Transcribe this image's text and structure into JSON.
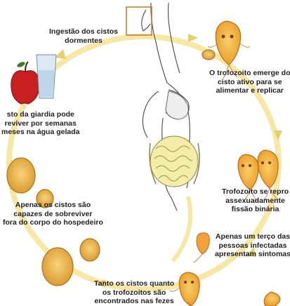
{
  "colors": {
    "cycle_arrow": "#f6e7a4",
    "arrow_head": "#e6cf6c",
    "organism_fill": "#f2b233",
    "organism_edge": "#c06a1a",
    "cyst_fill": "#e8b238",
    "cyst_edge": "#a9741c",
    "apple": "#c81f1f",
    "body_outline": "#555555",
    "intestine": "#f4eca8",
    "label_text": "#222222"
  },
  "icons": [
    "apple-icon",
    "water-glass-icon",
    "human-body-icon",
    "intestine-icon",
    "magnify-box-icon",
    "giardia-cyst-icon",
    "giardia-trophozoite-icon"
  ],
  "stages": {
    "ingestion": {
      "lines": [
        "Ingestão dos cistos",
        "dormentes"
      ]
    },
    "emergence": {
      "lines": [
        "O trofozoito emerge do",
        "cisto ativo para se",
        "alimentar e replicar"
      ]
    },
    "reproduction": {
      "lines": [
        "Trofozoito se repro",
        "assexuadamente",
        "fissão binária"
      ]
    },
    "symptoms": {
      "lines": [
        "Apenas um terço das",
        "pessoas infectadas",
        "apresentam sintomas"
      ]
    },
    "feces": {
      "lines": [
        "Tanto os cistos quanto",
        "os trofozoitos são",
        "encontrados nas fezes"
      ]
    },
    "survival": {
      "lines": [
        "Apenas os cistos são",
        "capazes de sobreviver",
        "fora do corpo do hospedeiro"
      ]
    },
    "water": {
      "lines": [
        "sto da giardia pode",
        "reviver por semanas",
        "meses na água gelada"
      ]
    }
  }
}
